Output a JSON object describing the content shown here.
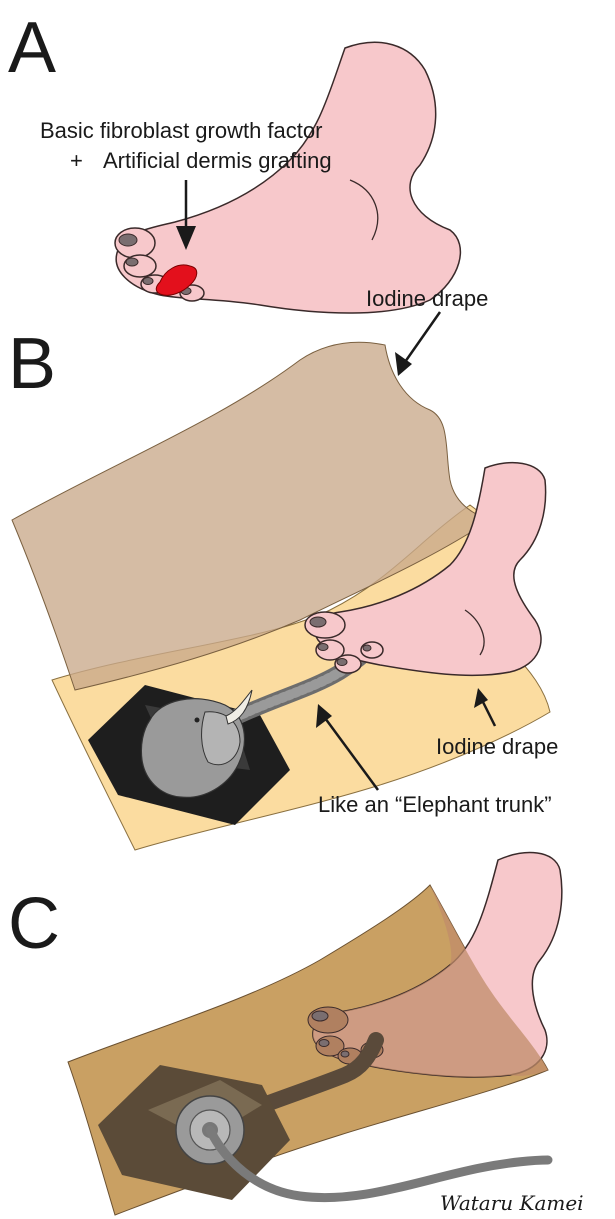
{
  "panels": {
    "a": {
      "letter": "A",
      "label_line1": "Basic fibroblast growth factor",
      "label_line2_plus": "+",
      "label_line2": "Artificial dermis grafting"
    },
    "b": {
      "letter": "B",
      "top_drape_label": "Iodine drape",
      "bottom_drape_label": "Iodine drape",
      "trunk_label": "Like an “Elephant  trunk”"
    },
    "c": {
      "letter": "C"
    }
  },
  "signature": "Wataru Kamei",
  "colors": {
    "skin": "#f7c8cb",
    "wound": "#e3101c",
    "drape_top": "#c9a98a",
    "drape_bottom": "#fbdca0",
    "drape_c": "#c9a063",
    "device_dark": "#2a2a2a",
    "elephant_gray": "#9a9a9a",
    "device_brown": "#6b5a44"
  }
}
